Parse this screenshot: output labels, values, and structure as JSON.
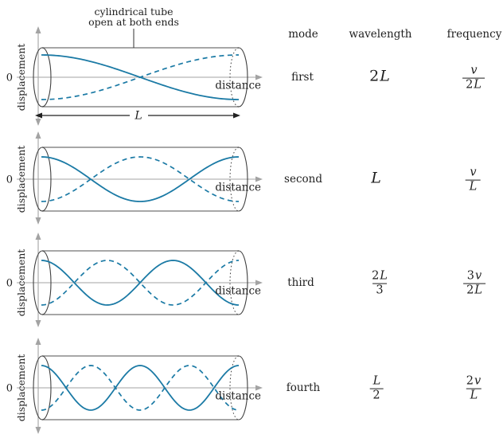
{
  "figure": {
    "annotation": {
      "line1": "cylindrical tube",
      "line2": "open at both ends"
    },
    "axes": {
      "zero": "0",
      "y_label": "displacement",
      "x_label": "distance",
      "length_label": "L"
    },
    "panels": [
      {
        "mode": "first",
        "harmonic": 1
      },
      {
        "mode": "second",
        "harmonic": 2
      },
      {
        "mode": "third",
        "harmonic": 3
      },
      {
        "mode": "fourth",
        "harmonic": 4
      }
    ],
    "colors": {
      "wave": "#1b7aa5",
      "axis": "#a3a3a3",
      "tube": "#8a8a8a",
      "tube_end": "#3f3f3f",
      "text": "#1f1f1f",
      "annotation_line": "#333333",
      "length_arrow": "#222222"
    }
  },
  "table": {
    "headers": {
      "mode": "mode",
      "wavelength": "wavelength",
      "frequency": "frequency"
    },
    "rows": [
      {
        "mode": "first",
        "wavelength": {
          "num": "2L",
          "den": ""
        },
        "frequency": {
          "num": "v",
          "den": "2L"
        }
      },
      {
        "mode": "second",
        "wavelength": {
          "num": "L",
          "den": ""
        },
        "frequency": {
          "num": "v",
          "den": "L"
        }
      },
      {
        "mode": "third",
        "wavelength": {
          "num": "2L",
          "den": "3"
        },
        "frequency": {
          "num": "3v",
          "den": "2L"
        }
      },
      {
        "mode": "fourth",
        "wavelength": {
          "num": "L",
          "den": "2"
        },
        "frequency": {
          "num": "2v",
          "den": "L"
        }
      }
    ]
  }
}
